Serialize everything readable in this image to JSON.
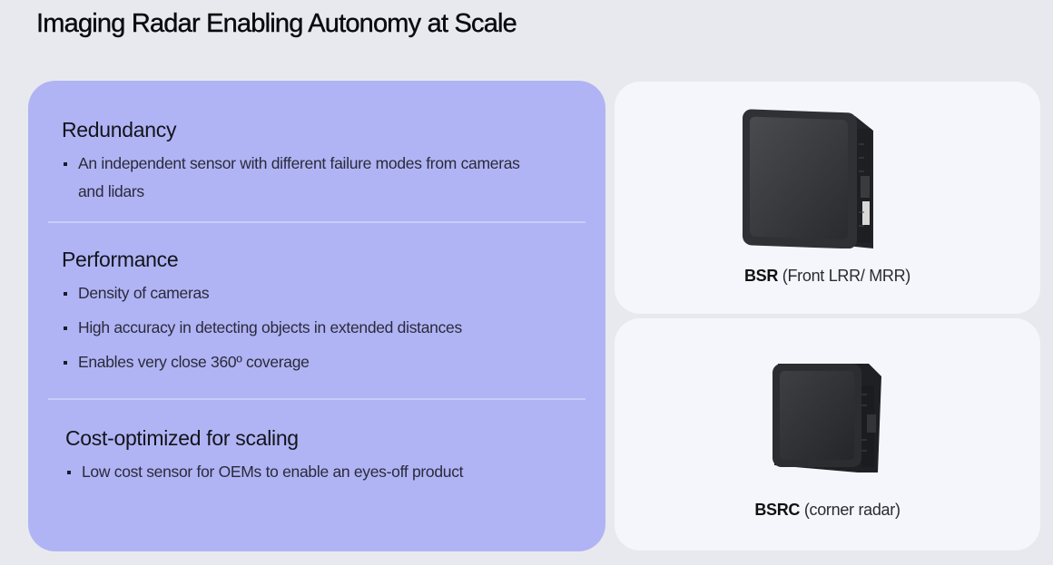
{
  "slide": {
    "title": "Imaging Radar Enabling Autonomy at Scale"
  },
  "benefits": [
    {
      "heading": "Redundancy",
      "bullets": [
        "An independent sensor with different failure modes from cameras and lidars"
      ]
    },
    {
      "heading": "Performance",
      "bullets": [
        "Density of cameras",
        "High accuracy in detecting objects in extended distances",
        "Enables very close 360º coverage"
      ]
    },
    {
      "heading": "Cost-optimized for scaling",
      "bullets": [
        "Low cost sensor for OEMs to enable an eyes-off product"
      ]
    }
  ],
  "products": [
    {
      "name": "BSR",
      "description": "(Front LRR/ MRR)",
      "icon": "long-range-radar-device"
    },
    {
      "name": "BSRC",
      "description": "(corner radar)",
      "icon": "corner-radar-device"
    }
  ],
  "colors": {
    "panel": "#b0b4f4",
    "card": "#f4f6fb",
    "background": "#e8e9ee"
  }
}
